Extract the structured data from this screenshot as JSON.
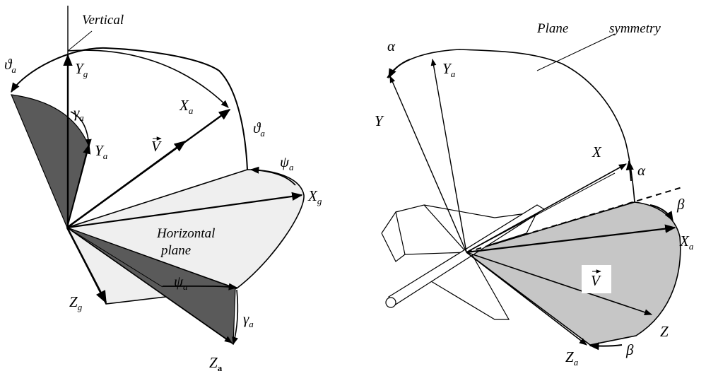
{
  "left_figure": {
    "vertical": "Vertical",
    "theta_top": "ϑ",
    "theta_top_sub": "a",
    "yg": "Y",
    "yg_sub": "g",
    "gamma_top": "γ",
    "gamma_top_sub": "a",
    "ya": "Y",
    "ya_sub": "a",
    "xa": "X",
    "xa_sub": "a",
    "v": "V",
    "theta_right": "ϑ",
    "theta_right_sub": "a",
    "psi_top": "ψ",
    "psi_top_sub": "a",
    "xg": "X",
    "xg_sub": "g",
    "horizontal_line1": "Horizontal",
    "horizontal_line2": "plane",
    "psi_bottom": "ψ",
    "psi_bottom_sub": "a",
    "zg": "Z",
    "zg_sub": "g",
    "gamma_bottom": "γ",
    "gamma_bottom_sub": "a",
    "za": "Z",
    "za_sub": "a"
  },
  "right_figure": {
    "plane": "Plane",
    "symmetry": "symmetry",
    "alpha_top": "α",
    "ya": "Y",
    "ya_sub": "a",
    "y": "Y",
    "x": "X",
    "alpha_right": "α",
    "beta_top": "β",
    "xa": "X",
    "xa_sub": "a",
    "v": "V",
    "z": "Z",
    "beta_bottom": "β",
    "za": "Z",
    "za_sub": "a"
  },
  "colors": {
    "dark_fill": "#5a5a5a",
    "light_fill": "#efefef",
    "gray_fill": "#c6c6c6",
    "stroke": "#000000"
  }
}
